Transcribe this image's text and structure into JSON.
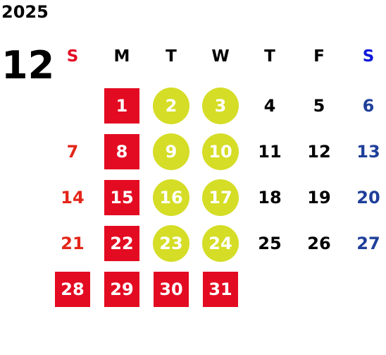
{
  "calendar": {
    "year": "2025",
    "month": "12",
    "weekdays": [
      {
        "label": "S",
        "color": "#e30b22"
      },
      {
        "label": "M",
        "color": "#000000"
      },
      {
        "label": "T",
        "color": "#000000"
      },
      {
        "label": "W",
        "color": "#000000"
      },
      {
        "label": "T",
        "color": "#000000"
      },
      {
        "label": "F",
        "color": "#000000"
      },
      {
        "label": "S",
        "color": "#0d18d9"
      }
    ],
    "weeks": [
      [
        {
          "day": "",
          "style": "none"
        },
        {
          "day": "1",
          "style": "red-square"
        },
        {
          "day": "2",
          "style": "green-circle"
        },
        {
          "day": "3",
          "style": "green-circle"
        },
        {
          "day": "4",
          "style": "plain"
        },
        {
          "day": "5",
          "style": "plain"
        },
        {
          "day": "6",
          "style": "saturday"
        }
      ],
      [
        {
          "day": "7",
          "style": "sunday"
        },
        {
          "day": "8",
          "style": "red-square"
        },
        {
          "day": "9",
          "style": "green-circle"
        },
        {
          "day": "10",
          "style": "green-circle"
        },
        {
          "day": "11",
          "style": "plain"
        },
        {
          "day": "12",
          "style": "plain"
        },
        {
          "day": "13",
          "style": "saturday"
        }
      ],
      [
        {
          "day": "14",
          "style": "sunday"
        },
        {
          "day": "15",
          "style": "red-square"
        },
        {
          "day": "16",
          "style": "green-circle"
        },
        {
          "day": "17",
          "style": "green-circle"
        },
        {
          "day": "18",
          "style": "plain"
        },
        {
          "day": "19",
          "style": "plain"
        },
        {
          "day": "20",
          "style": "saturday"
        }
      ],
      [
        {
          "day": "21",
          "style": "sunday"
        },
        {
          "day": "22",
          "style": "red-square"
        },
        {
          "day": "23",
          "style": "green-circle"
        },
        {
          "day": "24",
          "style": "green-circle"
        },
        {
          "day": "25",
          "style": "plain"
        },
        {
          "day": "26",
          "style": "plain"
        },
        {
          "day": "27",
          "style": "saturday"
        }
      ],
      [
        {
          "day": "28",
          "style": "red-square"
        },
        {
          "day": "29",
          "style": "red-square"
        },
        {
          "day": "30",
          "style": "red-square"
        },
        {
          "day": "31",
          "style": "red-square"
        },
        {
          "day": "",
          "style": "none"
        },
        {
          "day": "",
          "style": "none"
        },
        {
          "day": "",
          "style": "none"
        }
      ]
    ]
  },
  "colors": {
    "red_mark": "#e30b22",
    "green_mark": "#d5dd26",
    "mark_text": "#ffffff",
    "plain_text": "#000000",
    "sunday_text": "#e3261a",
    "saturday_text": "#1f3f9a"
  }
}
